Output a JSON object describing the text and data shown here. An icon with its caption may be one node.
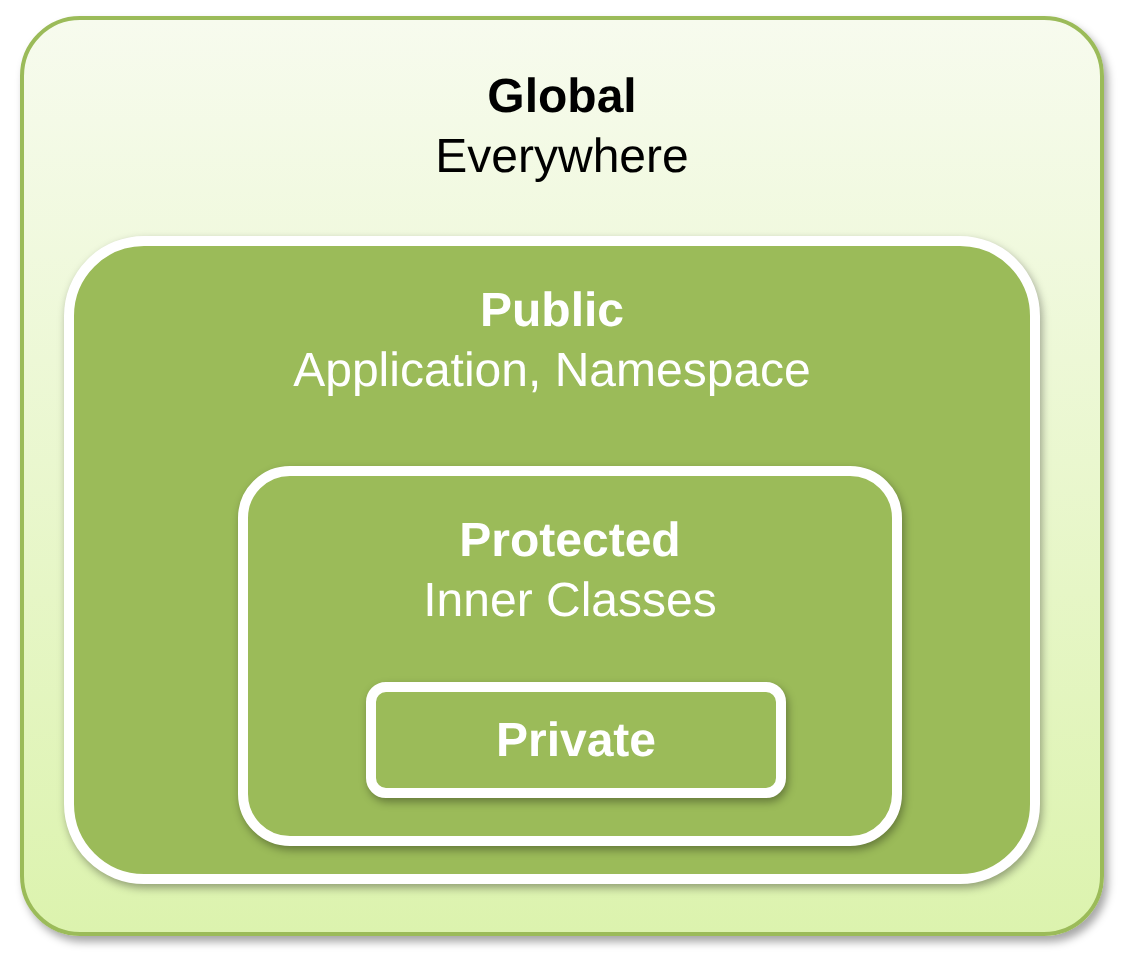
{
  "diagram": {
    "nodes": [
      {
        "text": [
          "Global",
          "Everywhere"
        ]
      },
      {
        "text": [
          "Public",
          "Application, Namespace"
        ],
        "in": 0
      },
      {
        "text": [
          "Protected",
          "Inner Classes"
        ],
        "in": 1
      },
      {
        "text": [
          "Private"
        ],
        "in": 2
      }
    ]
  }
}
